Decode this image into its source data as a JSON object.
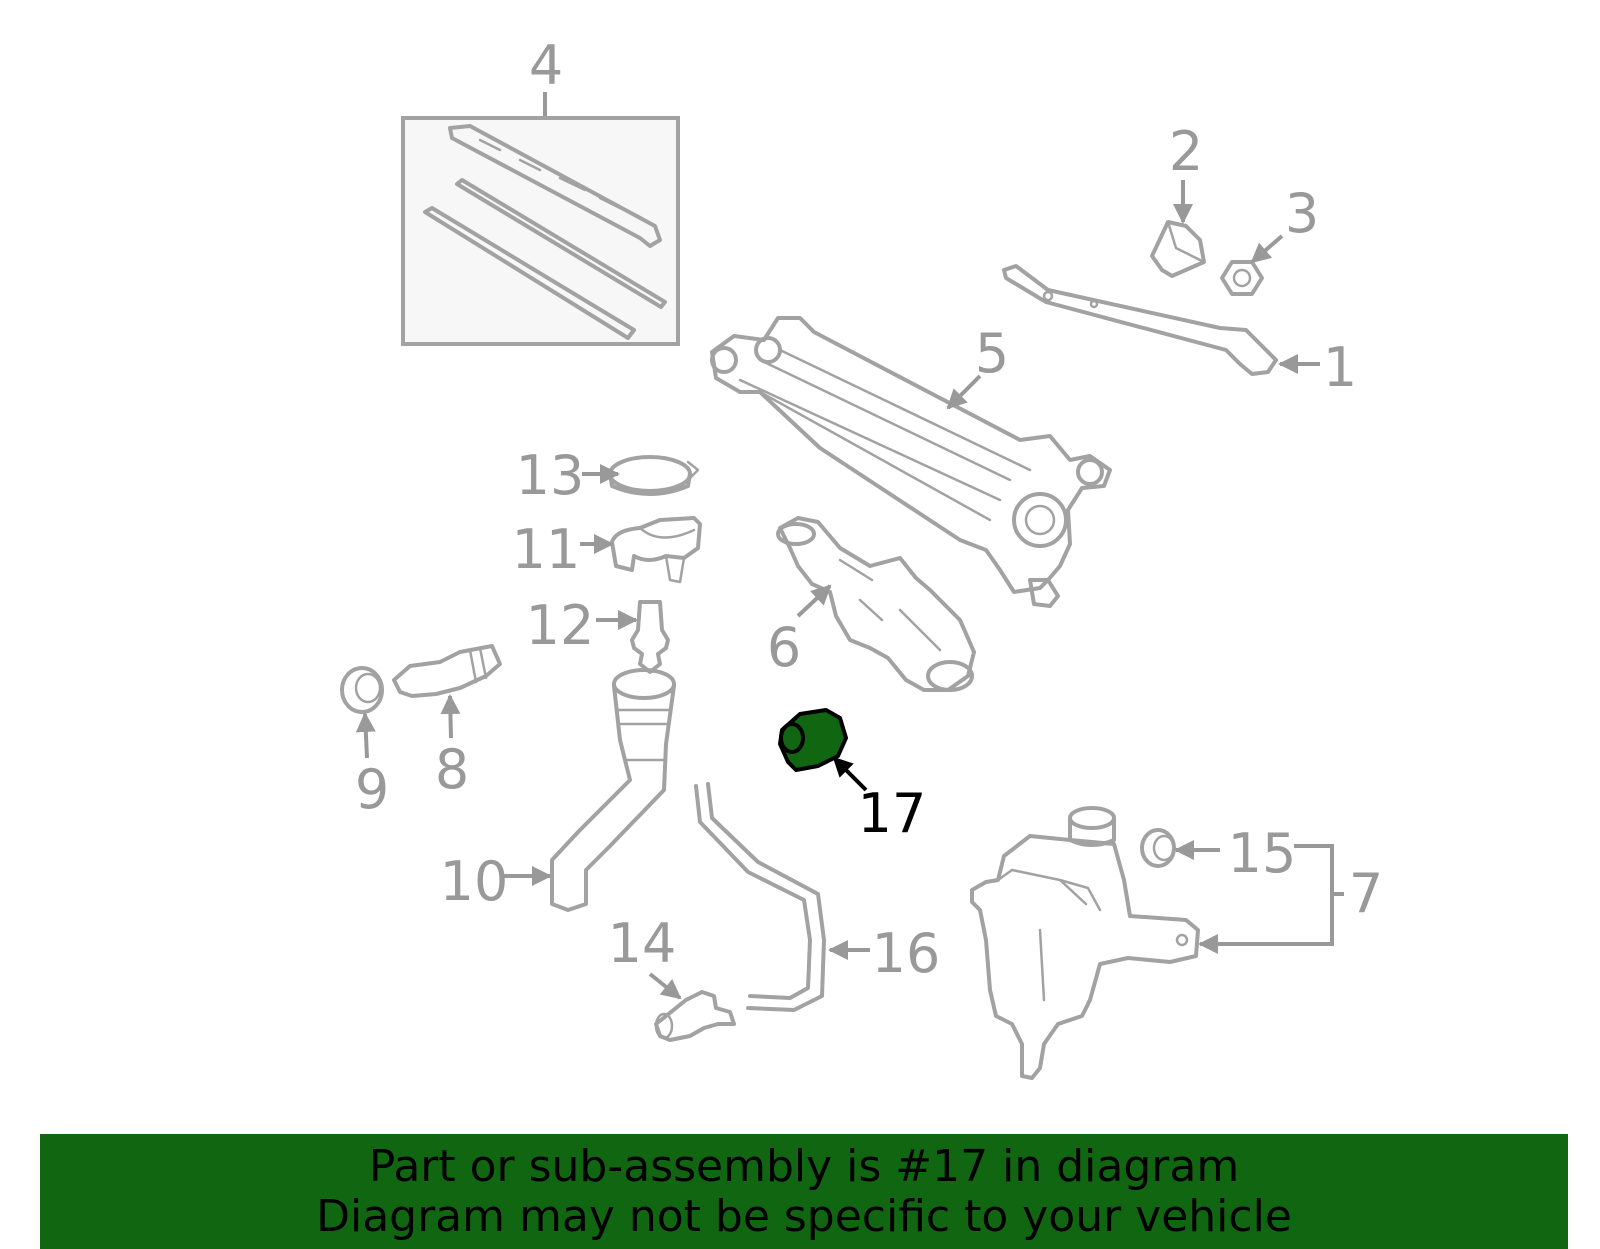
{
  "diagram": {
    "highlighted_callout": "17",
    "colors": {
      "part_stroke": "#a2a2a2",
      "label": "#999999",
      "highlight_fill": "#116611",
      "highlight_label": "#000000",
      "banner_bg": "#116611"
    },
    "callouts": {
      "c1": "1",
      "c2": "2",
      "c3": "3",
      "c4": "4",
      "c5": "5",
      "c6": "6",
      "c7": "7",
      "c8": "8",
      "c9": "9",
      "c10": "10",
      "c11": "11",
      "c12": "12",
      "c13": "13",
      "c14": "14",
      "c15": "15",
      "c16": "16",
      "c17": "17"
    }
  },
  "banner": {
    "line1": "Part or sub-assembly is #17 in diagram",
    "line2": "Diagram may not be specific to your vehicle"
  }
}
